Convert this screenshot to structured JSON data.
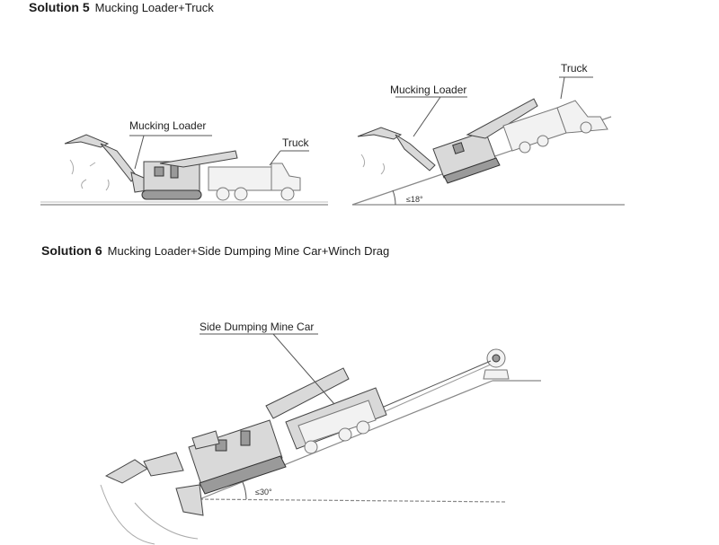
{
  "solution5": {
    "number": "Solution 5",
    "description": "Mucking Loader+Truck",
    "left": {
      "loader_label": "Mucking Loader",
      "truck_label": "Truck"
    },
    "right": {
      "loader_label": "Mucking Loader",
      "truck_label": "Truck",
      "angle_label": "≤18°"
    }
  },
  "solution6": {
    "number": "Solution 6",
    "description": "Mucking Loader+Side Dumping Mine Car+Winch Drag",
    "car_label": "Side Dumping Mine Car",
    "angle_label": "≤30°"
  }
}
